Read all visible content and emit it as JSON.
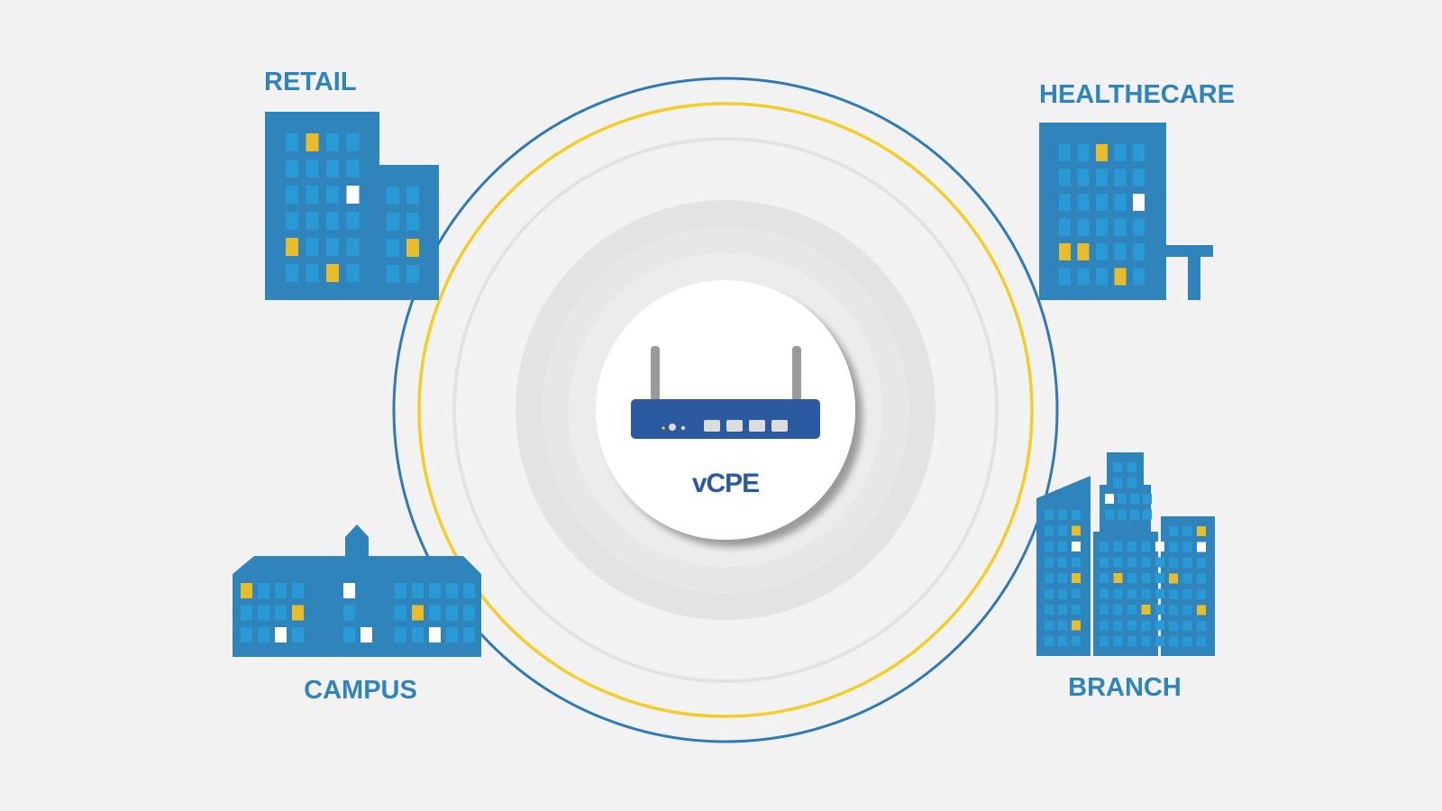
{
  "center": {
    "label": "vCPE",
    "icon": "router-icon"
  },
  "sites": {
    "retail": {
      "label": "RETAIL",
      "icon": "retail-building-icon"
    },
    "healthcare": {
      "label": "HEALTHECARE",
      "icon": "hospital-building-icon"
    },
    "campus": {
      "label": "CAMPUS",
      "icon": "campus-building-icon"
    },
    "branch": {
      "label": "BRANCH",
      "icon": "branch-buildings-icon"
    }
  },
  "colors": {
    "background": "#f2f2f2",
    "brand_blue": "#3084bc",
    "window_blue": "#2a9ad6",
    "window_yellow": "#e9bc2a",
    "window_white": "#ffffff",
    "ring_blue": "#2f7ab6",
    "ring_yellow": "#f3cd2a",
    "ring_gray": "#e4e4e4",
    "router_body": "#2b5aa1",
    "router_antenna": "#9a9a9a",
    "center_text": "#2b5aa1"
  }
}
